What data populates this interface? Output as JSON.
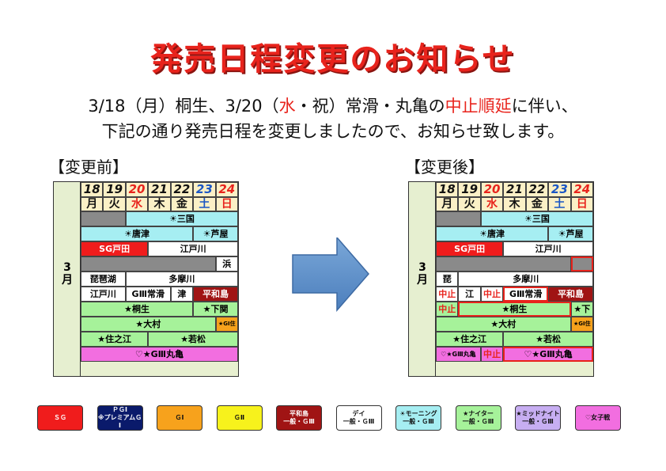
{
  "title": "発売日程変更のお知らせ",
  "line1": {
    "a": "3/18（月）桐生、3/20（",
    "b": "水",
    "c": "・祝）常滑・丸亀の",
    "d": "中止順延",
    "e": "に伴い、"
  },
  "line2": "下記の通り発売日程を変更しましたので、お知らせ致します。",
  "before_label": "【変更前】",
  "after_label": "【変更後】",
  "month": "3\n月",
  "dates": [
    "18",
    "19",
    "20",
    "21",
    "22",
    "23",
    "24"
  ],
  "days": [
    "月",
    "火",
    "水",
    "木",
    "金",
    "土",
    "日"
  ],
  "colors": {
    "sg": "#f01c1c",
    "pg1": "#0a1a6b",
    "g1": "#f7a21c",
    "g2": "#f7f21c",
    "heiwajima": "#a01414",
    "day": "#ffffff",
    "morning": "#a6eef2",
    "nighter": "#a6f29a",
    "midnight": "#c7aef2",
    "ladies": "#f26ee0",
    "gray": "#8a8a8a",
    "header": "#fbf0c6"
  },
  "before": {
    "mikuni": "☀三国",
    "karatsu": "☀唐津",
    "ashiya": "☀芦屋",
    "sg_toda": "SG戸田",
    "edogawa": "江戸川",
    "hama": "浜",
    "biwako": "琵琶湖",
    "tamagawa": "多摩川",
    "edogawa2": "江戸川",
    "tokoname": "GⅢ常滑",
    "tsu": "津",
    "heiwajima": "平和島",
    "kiryu": "★桐生",
    "shimonoseki": "★下関",
    "g1sumi": "★GⅠ住",
    "omura": "★大村",
    "suminoe": "★住之江",
    "wakamatsu": "★若松",
    "marugame": "♡★GⅢ丸亀"
  },
  "after": {
    "mikuni": "☀三国",
    "karatsu": "☀唐津",
    "ashiya": "☀芦屋",
    "sg_toda": "SG戸田",
    "edogawa": "江戸川",
    "biwa": "琵",
    "tamagawa": "多摩川",
    "chushi": "中止",
    "e": "江",
    "tokoname": "GⅢ常滑",
    "heiwajima": "平和島",
    "kiryu": "★桐生",
    "shita": "★下",
    "omura": "★大村",
    "g1sumi": "★GⅠ住",
    "suminoe": "★住之江",
    "wakamatsu": "★若松",
    "marugame_small": "♡★GⅢ丸亀",
    "marugame": "♡★GⅢ丸亀"
  },
  "legend": [
    {
      "l1": "ＳＧ",
      "l2": ""
    },
    {
      "l1": "ＰＧⅠ",
      "l2": "※プレミアムＧⅠ"
    },
    {
      "l1": "ＧⅠ",
      "l2": ""
    },
    {
      "l1": "ＧⅡ",
      "l2": ""
    },
    {
      "l1": "平和島",
      "l2": "一般・ＧⅢ"
    },
    {
      "l1": "デイ",
      "l2": "一般・ＧⅢ"
    },
    {
      "l1": "☀モーニング",
      "l2": "一般・ＧⅢ"
    },
    {
      "l1": "★ナイター",
      "l2": "一般・ＧⅢ"
    },
    {
      "l1": "★ミッドナイト",
      "l2": "一般・ＧⅢ"
    },
    {
      "l1": "♡女子戦",
      "l2": ""
    }
  ]
}
